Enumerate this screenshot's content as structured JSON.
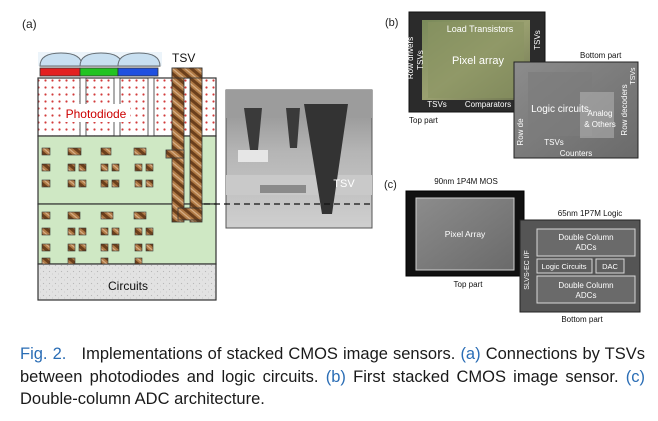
{
  "panel_a": {
    "label": "(a)",
    "tsv_label": "TSV",
    "photodiode_label": "Photodiode",
    "circuits_label": "Circuits",
    "micrograph_tsv_label": "TSV"
  },
  "panel_b": {
    "label": "(b)",
    "top_part": {
      "caption": "Top part",
      "load_transistors": "Load Transistors",
      "pixel_array": "Pixel array",
      "row_drivers": "Row drivers",
      "tsvs_left": "TSVs",
      "tsvs_right": "TSVs",
      "tsvs_bottom": "TSVs",
      "comparators": "Comparators"
    },
    "bottom_part": {
      "caption": "Bottom part",
      "logic_circuits": "Logic circuits",
      "analog_others": "Analog & Others",
      "analog_line1": "Analog",
      "analog_line2": "& Others",
      "row_decoders": "Row decoders",
      "tsvs_right": "TSVs",
      "row_de": "Row de",
      "tsvs_bottom": "TSVs",
      "counters": "Counters"
    }
  },
  "panel_c": {
    "label": "(c)",
    "top_tech": "90nm 1P4M MOS",
    "pixel_array": "Pixel Array",
    "top_caption": "Top part",
    "bottom_tech": "65nm 1P7M Logic",
    "dc_adcs_upper_1": "Double Column",
    "dc_adcs_upper_2": "ADCs",
    "logic_circuits": "Logic Circuits",
    "dac": "DAC",
    "dc_adcs_lower_1": "Double Column",
    "dc_adcs_lower_2": "ADCs",
    "sides_label": "SLVS-EC I/F",
    "bottom_caption": "Bottom part"
  },
  "caption": {
    "fig_label": "Fig. 2.",
    "main_text": "Implementations of stacked CMOS image sensors.",
    "a_ref": "(a)",
    "a_text": "Connections by TSVs between photodiodes and logic circuits.",
    "b_ref": "(b)",
    "b_text": "First stacked CMOS image sensor.",
    "c_ref": "(c)",
    "c_text": "Double-column ADC architecture."
  },
  "colors": {
    "caption_blue": "#2a6db5",
    "photodiode_red": "#cc0000",
    "green_layer": "#cfe8c4",
    "circuits_gray": "#e4e4e4",
    "tsv_brown": "#a0653a",
    "lens_blue": "#c8dff0"
  }
}
